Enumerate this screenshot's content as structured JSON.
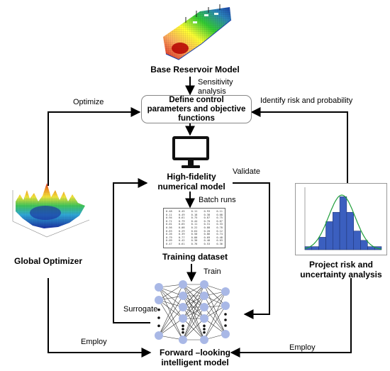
{
  "nodes": {
    "base_model": "Base Reservoir Model",
    "define_params": [
      "Define control",
      "parameters and objective",
      "functions"
    ],
    "high_fidelity": [
      "High-fidelity",
      "numerical model"
    ],
    "training_dataset": "Training dataset",
    "forward_model": [
      "Forward –looking",
      "intelligent model"
    ],
    "global_optimizer": "Global Optimizer",
    "project_risk": [
      "Project risk and",
      "uncertainty analysis"
    ]
  },
  "edges": {
    "sensitivity": [
      "Sensitivity",
      "analysis"
    ],
    "optimize": "Optimize",
    "identify_risk": "Identify risk and probability",
    "validate": "Validate",
    "batch_runs": "Batch runs",
    "train": "Train",
    "surrogate": "Surrogate",
    "employ_left": "Employ",
    "employ_right": "Employ"
  },
  "colors": {
    "arrow": "#000000",
    "histogram_bar": "#3b5fbf",
    "normal_curve": "#1f9e3a",
    "network_node": "#a9b8e6",
    "monitor": "#111111"
  },
  "icons": [
    "reservoir-3d-icon",
    "monitor-icon",
    "surface-plot-icon",
    "histogram-icon",
    "neural-network-icon"
  ],
  "histogram": {
    "counts": [
      1,
      1,
      4,
      9,
      12,
      17,
      12,
      6,
      3,
      1,
      1
    ]
  },
  "dataset_rows": [
    [
      "0.48",
      "0.45",
      "0.11",
      "0.93",
      "0.11"
    ],
    [
      "0.11",
      "0.49",
      "0.18",
      "0.38",
      "0.08"
    ],
    [
      "0.94",
      "0.61",
      "0.75",
      "0.87",
      "0.75"
    ],
    [
      "0.71",
      "0.79",
      "0.44",
      "0.70",
      "0.67"
    ],
    [
      "0.01",
      "0.65",
      "0.11",
      "0.31",
      "0.33"
    ],
    [
      "0.56",
      "0.08",
      "0.22",
      "0.88",
      "0.78"
    ],
    [
      "0.63",
      "0.29",
      "0.64",
      "0.20",
      "0.12"
    ],
    [
      "0.26",
      "0.39",
      "0.50",
      "0.86",
      "0.74"
    ],
    [
      "0.79",
      "0.77",
      "0.80",
      "0.09",
      "0.48"
    ],
    [
      "0.09",
      "0.42",
      "0.30",
      "0.48",
      "0.03"
    ],
    [
      "0.47",
      "0.61",
      "0.76",
      "0.53",
      "0.36"
    ]
  ]
}
